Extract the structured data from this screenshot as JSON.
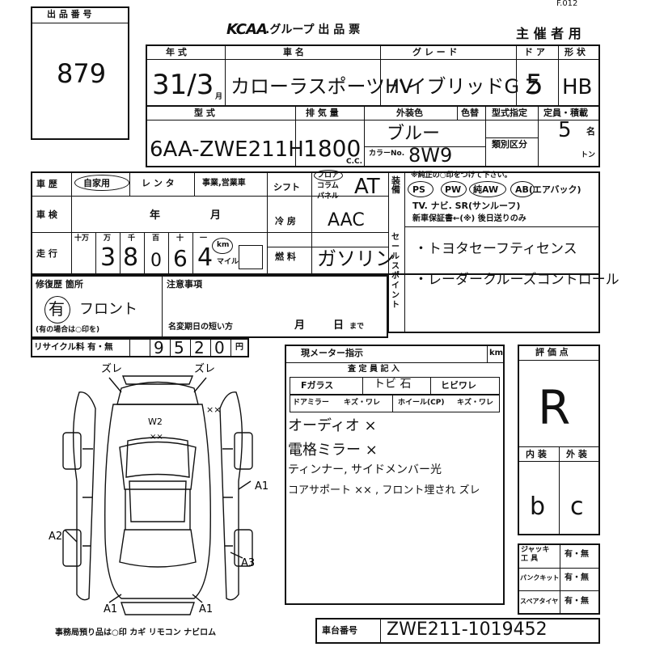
{
  "header": {
    "lot_label": "出 品 番 号",
    "lot_number": "879",
    "brand": "KCAA",
    "brand_suffix": ".グループ 出 品 票",
    "organizer": "主 催 者 用",
    "page_code": "F.012"
  },
  "row1": {
    "year_label": "年 式",
    "year_value": "31/3",
    "month_mark": "月",
    "car_label": "車 名",
    "car_value": "カローラスポーツHV",
    "grade_label": "グ レ ー ド",
    "grade_value": "ハイブリッドG Z",
    "door_label": "ド ア",
    "door_value": "5",
    "shape_label": "形 状",
    "shape_value": "HB"
  },
  "row2": {
    "model_label": "型 式",
    "model_value": "6AA-ZWE211H",
    "displacement_label": "排 気 量",
    "displacement_value": "1800",
    "cc_label": "C.C.",
    "ext_color_label": "外装色",
    "ext_color_value": "ブルー",
    "color_code_label": "カラーNo.",
    "color_code_value": "8W9",
    "color_change_label": "色替",
    "type_spec_label": "型式指定",
    "category_label": "類別区分",
    "capacity_label": "定員・積載",
    "capacity_value": "5",
    "person_unit": "名",
    "ton_unit": "トン"
  },
  "history": {
    "label": "車 歴",
    "private": "自家用",
    "rental": "レ ン タ",
    "business": "事業,営業車"
  },
  "shift": {
    "label": "シフト",
    "floor": "フロア",
    "column": "コラム",
    "panel": "パネル",
    "value": "AT"
  },
  "equipment": {
    "label": "装 備",
    "note": "※純正の○印をつけて下さい。",
    "ps": "PS",
    "pw": "PW",
    "aw": "純AW",
    "ab": "AB(エアバック)",
    "tv": "TV. ナビ. SR(サンルーフ)",
    "warranty": "新車保証書←(※) 後日送りのみ"
  },
  "inspection": {
    "label": "車 検",
    "year": "年",
    "month": "月"
  },
  "cooling": {
    "label": "冷 房",
    "value": "AAC"
  },
  "mileage": {
    "label": "走 行",
    "units": [
      "十万",
      "万",
      "千",
      "百",
      "十",
      "一"
    ],
    "digits": [
      "",
      "3",
      "8",
      "0",
      "6",
      "4"
    ],
    "km": "km",
    "mile": "マイル"
  },
  "fuel": {
    "label": "燃 料",
    "value": "ガソリン"
  },
  "sales_points": {
    "label": "セールスポイント",
    "line1": "・トヨタセーフティセンス",
    "line2": "・レーダークルーズコントロール"
  },
  "repair": {
    "label": "修復歴 箇所",
    "value": "有",
    "detail": "フロント",
    "note": "(有の場合は○印を)"
  },
  "notes": {
    "label": "注意事項",
    "short_date": "名変期日の短い方",
    "month": "月",
    "day": "日",
    "until": "まで"
  },
  "recycle": {
    "label": "リサイクル料 有・無",
    "digits": [
      "",
      "9",
      "5",
      "2",
      "0"
    ],
    "yen": "円"
  },
  "meter": {
    "label": "現メーター指示",
    "km": "km"
  },
  "assessment": {
    "label": "査 定 員 記 入",
    "glass": "Fガラス",
    "glass_value": "トビ 石",
    "crack": "ヒビワレ",
    "mirror": "ドアミラー",
    "mirror_value": "キズ・ワレ",
    "wheel": "ホイール(CP)",
    "wheel_value": "キズ・ワレ",
    "line1": "オーディオ ×",
    "line2": "電格ミラー ×",
    "line3": "ティンナー, サイドメンバー光",
    "line4": "コアサポート ×× , フロント埋され ズレ"
  },
  "rating": {
    "label": "評 価 点",
    "value": "R",
    "interior_label": "内 装",
    "exterior_label": "外 装",
    "interior_value": "b",
    "exterior_value": "c"
  },
  "tools": {
    "jack": "ジャッキ 工 具",
    "puncture": "パンクキット",
    "spare": "スペアタイヤ",
    "choice": "有・無"
  },
  "footer": {
    "keys": "事務局預り品は○印 カギ リモコン ナビロム",
    "chassis_label": "車台番号",
    "chassis_value": "ZWE211-1019452"
  },
  "diagram": {
    "zure1": "ズレ",
    "zure2": "ズレ",
    "w2": "W2",
    "xx": "××",
    "xx2": "××",
    "a1_right": "A1",
    "a2": "A2",
    "a3": "A3",
    "a1_bl": "A1",
    "a1_br": "A1"
  }
}
